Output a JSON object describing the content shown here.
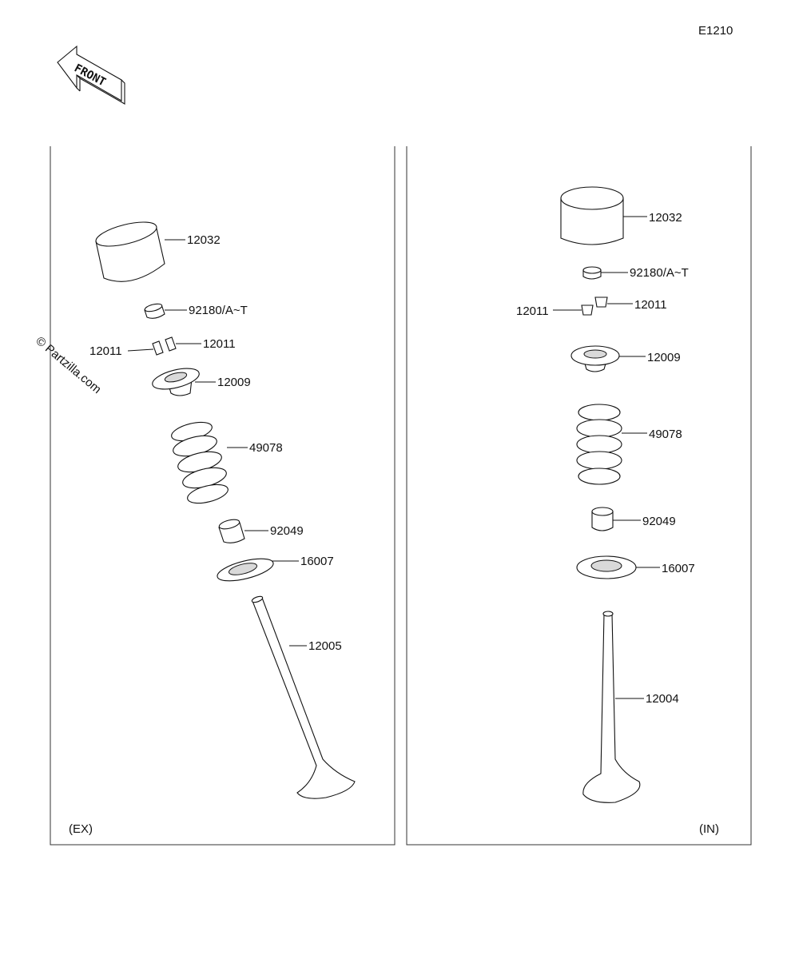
{
  "diagram_code": "E1210",
  "front_label": "FRONT",
  "watermark": "© Partzilla.com",
  "footer_line1": "",
  "footer_line2": "",
  "left_panel": {
    "caption": "(EX)",
    "labels": {
      "bucket": "12032",
      "shim": "92180/A~T",
      "keeper_left": "12011",
      "keeper_right": "12011",
      "retainer": "12009",
      "spring": "49078",
      "seal": "92049",
      "spring_seat": "16007",
      "valve": "12005"
    }
  },
  "right_panel": {
    "caption": "(IN)",
    "labels": {
      "bucket": "12032",
      "shim": "92180/A~T",
      "keeper_left": "12011",
      "keeper_right": "12011",
      "retainer": "12009",
      "spring": "49078",
      "seal": "92049",
      "spring_seat": "16007",
      "valve": "12004"
    }
  }
}
